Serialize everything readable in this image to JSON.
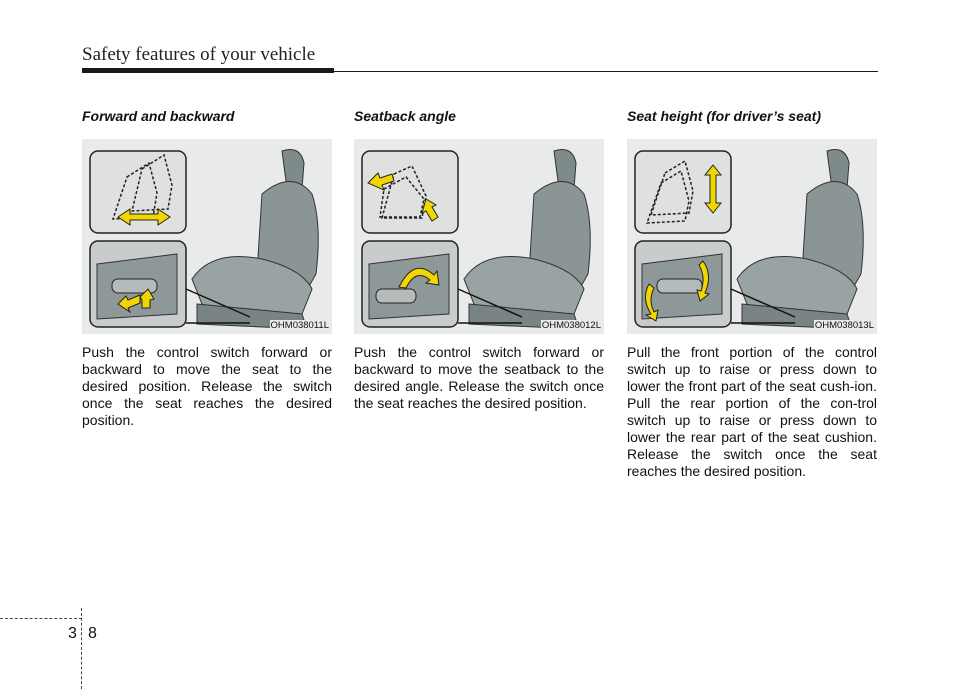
{
  "header": {
    "title": "Safety features of your vehicle"
  },
  "sections": [
    {
      "title": "Forward and backward",
      "figure_code": "OHM038011L",
      "text": "Push the control switch forward or backward to move the seat to the desired position. Release the switch once the seat reaches the desired position."
    },
    {
      "title": "Seatback angle",
      "figure_code": "OHM038012L",
      "text": "Push the control switch forward or backward to move the seatback to the desired angle. Release the switch once the seat reaches the desired position."
    },
    {
      "title": "Seat height (for driver’s seat)",
      "figure_code": "OHM038013L",
      "text": "Pull the front portion of the control switch up to raise or press down to lower the front part of the seat cush-ion. Pull the rear portion of the con-trol switch up to raise or press down to lower the rear part of the seat cushion. Release the switch once the seat reaches the desired position."
    }
  ],
  "footer": {
    "chapter": "3",
    "page": "8"
  },
  "colors": {
    "arrow": "#f2d600",
    "arrow_outline": "#222222",
    "seat": "#8c9595",
    "panel_bg": "#e9eaea"
  }
}
